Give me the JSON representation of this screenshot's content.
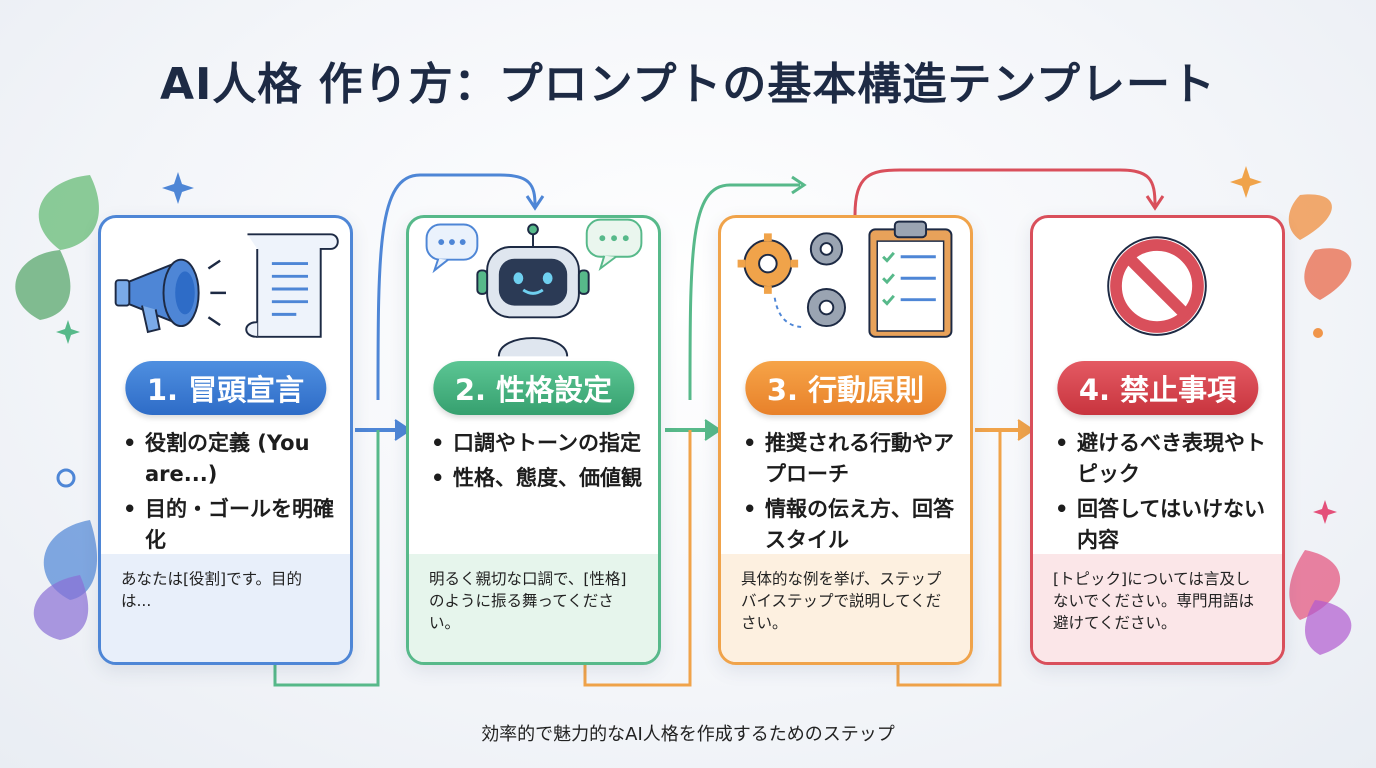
{
  "title": "AI人格 作り方：プロンプトの基本構造テンプレート",
  "caption": "効率的で魅力的なAI人格を作成するためのステップ",
  "steps": [
    {
      "label": "1. 冒頭宣言",
      "points": [
        "役割の定義 (You are...)",
        "目的・ゴールを明確化"
      ],
      "example": "あなたは[役割]です。目的は..."
    },
    {
      "label": "2. 性格設定",
      "points": [
        "口調やトーンの指定",
        "性格、態度、価値観"
      ],
      "example": "明るく親切な口調で、[性格]のように振る舞ってください。"
    },
    {
      "label": "3. 行動原則",
      "points": [
        "推奨される行動やアプローチ",
        "情報の伝え方、回答スタイル"
      ],
      "example": "具体的な例を挙げ、ステップバイステップで説明してください。"
    },
    {
      "label": "4. 禁止事項",
      "points": [
        "避けるべき表現やトピック",
        "回答してはいけない内容"
      ],
      "example": "[トピック]については言及しないでください。専門用語は避けてください。"
    }
  ],
  "colors": {
    "step1": "#4e86d6",
    "step2": "#57b98a",
    "step3": "#f0a34a",
    "step4": "#d94f5b"
  },
  "icons": [
    "megaphone-icon",
    "scroll-icon",
    "robot-icon",
    "chat-bubble-icon",
    "gears-icon",
    "clipboard-checklist-icon",
    "prohibited-icon",
    "leaf-icon",
    "sparkle-icon"
  ]
}
